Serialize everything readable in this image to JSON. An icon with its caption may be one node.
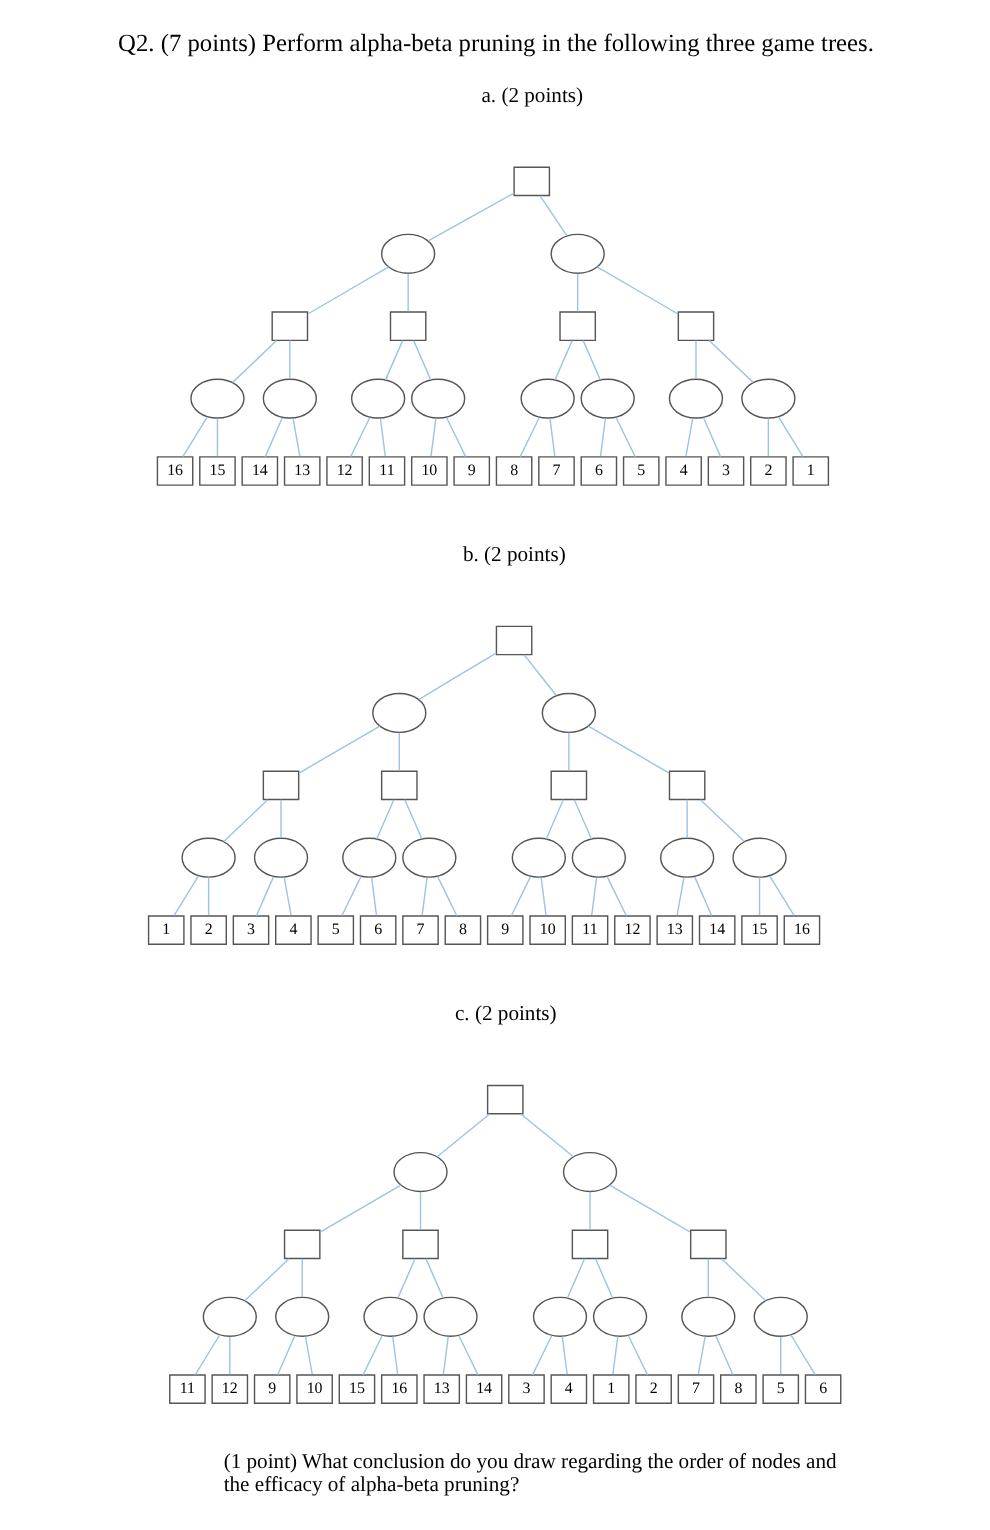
{
  "diagram": {
    "title": "Q2. (7 points) Perform alpha-beta pruning in the following three game trees.",
    "nodes": [
      {
        "text": [],
        "shape": "box"
      },
      {
        "text": [],
        "shape": "ellipse"
      },
      {
        "text": [],
        "shape": "ellipse"
      },
      {
        "text": [],
        "shape": "box"
      },
      {
        "text": [],
        "shape": "box"
      },
      {
        "text": [],
        "shape": "box"
      },
      {
        "text": [],
        "shape": "box"
      },
      {
        "text": [],
        "shape": "ellipse"
      },
      {
        "text": [],
        "shape": "ellipse"
      },
      {
        "text": [],
        "shape": "ellipse"
      },
      {
        "text": [],
        "shape": "ellipse"
      },
      {
        "text": [],
        "shape": "ellipse"
      },
      {
        "text": [],
        "shape": "ellipse"
      },
      {
        "text": [],
        "shape": "ellipse"
      },
      {
        "text": [],
        "shape": "ellipse"
      },
      {
        "text": [
          "16"
        ]
      },
      {
        "text": [
          "15"
        ]
      },
      {
        "text": [
          "14"
        ]
      },
      {
        "text": [
          "13"
        ]
      },
      {
        "text": [
          "12"
        ]
      },
      {
        "text": [
          "11"
        ]
      },
      {
        "text": [
          "10"
        ]
      },
      {
        "text": [
          "9"
        ]
      },
      {
        "text": [
          "8"
        ]
      },
      {
        "text": [
          "7"
        ]
      },
      {
        "text": [
          "6"
        ]
      },
      {
        "text": [
          "5"
        ]
      },
      {
        "text": [
          "4"
        ]
      },
      {
        "text": [
          "3"
        ]
      },
      {
        "text": [
          "2"
        ]
      },
      {
        "text": [
          "1"
        ]
      },
      {
        "text": [],
        "shape": "box"
      },
      {
        "text": [],
        "shape": "ellipse"
      },
      {
        "text": [],
        "shape": "ellipse"
      },
      {
        "text": [],
        "shape": "box"
      },
      {
        "text": [],
        "shape": "box"
      },
      {
        "text": [],
        "shape": "box"
      },
      {
        "text": [],
        "shape": "box"
      },
      {
        "text": [],
        "shape": "ellipse"
      },
      {
        "text": [],
        "shape": "ellipse"
      },
      {
        "text": [],
        "shape": "ellipse"
      },
      {
        "text": [],
        "shape": "ellipse"
      },
      {
        "text": [],
        "shape": "ellipse"
      },
      {
        "text": [],
        "shape": "ellipse"
      },
      {
        "text": [],
        "shape": "ellipse"
      },
      {
        "text": [],
        "shape": "ellipse"
      },
      {
        "text": [
          "1"
        ]
      },
      {
        "text": [
          "2"
        ]
      },
      {
        "text": [
          "3"
        ]
      },
      {
        "text": [
          "4"
        ]
      },
      {
        "text": [
          "5"
        ]
      },
      {
        "text": [
          "6"
        ]
      },
      {
        "text": [
          "7"
        ]
      },
      {
        "text": [
          "8"
        ]
      },
      {
        "text": [
          "9"
        ]
      },
      {
        "text": [
          "10"
        ]
      },
      {
        "text": [
          "11"
        ]
      },
      {
        "text": [
          "12"
        ]
      },
      {
        "text": [
          "13"
        ]
      },
      {
        "text": [
          "14"
        ]
      },
      {
        "text": [
          "15"
        ]
      },
      {
        "text": [
          "16"
        ]
      },
      {
        "text": [],
        "shape": "box"
      },
      {
        "text": [],
        "shape": "ellipse"
      },
      {
        "text": [],
        "shape": "ellipse"
      },
      {
        "text": [],
        "shape": "box"
      },
      {
        "text": [],
        "shape": "box"
      },
      {
        "text": [],
        "shape": "box"
      },
      {
        "text": [],
        "shape": "box"
      },
      {
        "text": [],
        "shape": "ellipse"
      },
      {
        "text": [],
        "shape": "ellipse"
      },
      {
        "text": [],
        "shape": "ellipse"
      },
      {
        "text": [],
        "shape": "ellipse"
      },
      {
        "text": [],
        "shape": "ellipse"
      },
      {
        "text": [],
        "shape": "ellipse"
      },
      {
        "text": [],
        "shape": "ellipse"
      },
      {
        "text": [],
        "shape": "ellipse"
      },
      {
        "text": [
          "11"
        ]
      },
      {
        "text": [
          "12"
        ]
      },
      {
        "text": [
          "9"
        ]
      },
      {
        "text": [
          "10"
        ]
      },
      {
        "text": [
          "15"
        ]
      },
      {
        "text": [
          "16"
        ]
      },
      {
        "text": [
          "13"
        ]
      },
      {
        "text": [
          "14"
        ]
      },
      {
        "text": [
          "3"
        ]
      },
      {
        "text": [
          "4"
        ]
      },
      {
        "text": [
          "1"
        ]
      },
      {
        "text": [
          "2"
        ]
      },
      {
        "text": [
          "7"
        ]
      },
      {
        "text": [
          "8"
        ]
      },
      {
        "text": [
          "5"
        ]
      },
      {
        "text": [
          "6"
        ]
      }
    ],
    "edges": [
      {
        "from": 0,
        "to": 1,
        "arrow": "none"
      },
      {
        "from": 0,
        "to": 2,
        "arrow": "none"
      },
      {
        "from": 1,
        "to": 3,
        "arrow": "none"
      },
      {
        "from": 1,
        "to": 4,
        "arrow": "none"
      },
      {
        "from": 2,
        "to": 5,
        "arrow": "none"
      },
      {
        "from": 2,
        "to": 6,
        "arrow": "none"
      },
      {
        "from": 3,
        "to": 7,
        "arrow": "none"
      },
      {
        "from": 3,
        "to": 8,
        "arrow": "none"
      },
      {
        "from": 4,
        "to": 9,
        "arrow": "none"
      },
      {
        "from": 4,
        "to": 10,
        "arrow": "none"
      },
      {
        "from": 5,
        "to": 11,
        "arrow": "none"
      },
      {
        "from": 5,
        "to": 12,
        "arrow": "none"
      },
      {
        "from": 6,
        "to": 13,
        "arrow": "none"
      },
      {
        "from": 6,
        "to": 14,
        "arrow": "none"
      },
      {
        "from": 7,
        "to": 15,
        "arrow": "none"
      },
      {
        "from": 7,
        "to": 16,
        "arrow": "none"
      },
      {
        "from": 8,
        "to": 17,
        "arrow": "none"
      },
      {
        "from": 8,
        "to": 18,
        "arrow": "none"
      },
      {
        "from": 9,
        "to": 19,
        "arrow": "none"
      },
      {
        "from": 9,
        "to": 20,
        "arrow": "none"
      },
      {
        "from": 10,
        "to": 21,
        "arrow": "none"
      },
      {
        "from": 10,
        "to": 22,
        "arrow": "none"
      },
      {
        "from": 11,
        "to": 23,
        "arrow": "none"
      },
      {
        "from": 11,
        "to": 24,
        "arrow": "none"
      },
      {
        "from": 12,
        "to": 25,
        "arrow": "none"
      },
      {
        "from": 12,
        "to": 26,
        "arrow": "none"
      },
      {
        "from": 13,
        "to": 27,
        "arrow": "none"
      },
      {
        "from": 13,
        "to": 28,
        "arrow": "none"
      },
      {
        "from": 14,
        "to": 29,
        "arrow": "none"
      },
      {
        "from": 14,
        "to": 30,
        "arrow": "none"
      },
      {
        "from": 31,
        "to": 32,
        "arrow": "none"
      },
      {
        "from": 31,
        "to": 33,
        "arrow": "none"
      },
      {
        "from": 32,
        "to": 34,
        "arrow": "none"
      },
      {
        "from": 32,
        "to": 35,
        "arrow": "none"
      },
      {
        "from": 33,
        "to": 36,
        "arrow": "none"
      },
      {
        "from": 33,
        "to": 37,
        "arrow": "none"
      },
      {
        "from": 34,
        "to": 38,
        "arrow": "none"
      },
      {
        "from": 34,
        "to": 39,
        "arrow": "none"
      },
      {
        "from": 35,
        "to": 40,
        "arrow": "none"
      },
      {
        "from": 35,
        "to": 41,
        "arrow": "none"
      },
      {
        "from": 36,
        "to": 42,
        "arrow": "none"
      },
      {
        "from": 36,
        "to": 43,
        "arrow": "none"
      },
      {
        "from": 37,
        "to": 44,
        "arrow": "none"
      },
      {
        "from": 37,
        "to": 45,
        "arrow": "none"
      },
      {
        "from": 38,
        "to": 46,
        "arrow": "none"
      },
      {
        "from": 38,
        "to": 47,
        "arrow": "none"
      },
      {
        "from": 39,
        "to": 48,
        "arrow": "none"
      },
      {
        "from": 39,
        "to": 49,
        "arrow": "none"
      },
      {
        "from": 40,
        "to": 50,
        "arrow": "none"
      },
      {
        "from": 40,
        "to": 51,
        "arrow": "none"
      },
      {
        "from": 41,
        "to": 52,
        "arrow": "none"
      },
      {
        "from": 41,
        "to": 53,
        "arrow": "none"
      },
      {
        "from": 42,
        "to": 54,
        "arrow": "none"
      },
      {
        "from": 42,
        "to": 55,
        "arrow": "none"
      },
      {
        "from": 43,
        "to": 56,
        "arrow": "none"
      },
      {
        "from": 43,
        "to": 57,
        "arrow": "none"
      },
      {
        "from": 44,
        "to": 58,
        "arrow": "none"
      },
      {
        "from": 44,
        "to": 59,
        "arrow": "none"
      },
      {
        "from": 45,
        "to": 60,
        "arrow": "none"
      },
      {
        "from": 45,
        "to": 61,
        "arrow": "none"
      },
      {
        "from": 62,
        "to": 63,
        "arrow": "none"
      },
      {
        "from": 62,
        "to": 64,
        "arrow": "none"
      },
      {
        "from": 63,
        "to": 65,
        "arrow": "none"
      },
      {
        "from": 63,
        "to": 66,
        "arrow": "none"
      },
      {
        "from": 64,
        "to": 67,
        "arrow": "none"
      },
      {
        "from": 64,
        "to": 68,
        "arrow": "none"
      },
      {
        "from": 65,
        "to": 69,
        "arrow": "none"
      },
      {
        "from": 65,
        "to": 70,
        "arrow": "none"
      },
      {
        "from": 66,
        "to": 71,
        "arrow": "none"
      },
      {
        "from": 66,
        "to": 72,
        "arrow": "none"
      },
      {
        "from": 67,
        "to": 73,
        "arrow": "none"
      },
      {
        "from": 67,
        "to": 74,
        "arrow": "none"
      },
      {
        "from": 68,
        "to": 75,
        "arrow": "none"
      },
      {
        "from": 68,
        "to": 76,
        "arrow": "none"
      },
      {
        "from": 69,
        "to": 77,
        "arrow": "none"
      },
      {
        "from": 69,
        "to": 78,
        "arrow": "none"
      },
      {
        "from": 70,
        "to": 79,
        "arrow": "none"
      },
      {
        "from": 70,
        "to": 80,
        "arrow": "none"
      },
      {
        "from": 71,
        "to": 81,
        "arrow": "none"
      },
      {
        "from": 71,
        "to": 82,
        "arrow": "none"
      },
      {
        "from": 72,
        "to": 83,
        "arrow": "none"
      },
      {
        "from": 72,
        "to": 84,
        "arrow": "none"
      },
      {
        "from": 73,
        "to": 85,
        "arrow": "none"
      },
      {
        "from": 73,
        "to": 86,
        "arrow": "none"
      },
      {
        "from": 74,
        "to": 87,
        "arrow": "none"
      },
      {
        "from": 74,
        "to": 88,
        "arrow": "none"
      },
      {
        "from": 75,
        "to": 89,
        "arrow": "none"
      },
      {
        "from": 75,
        "to": 90,
        "arrow": "none"
      },
      {
        "from": 76,
        "to": 91,
        "arrow": "none"
      },
      {
        "from": 76,
        "to": 92,
        "arrow": "none"
      }
    ],
    "labels": [
      "a. (2 points)",
      "b. (2 points)",
      "c. (2 points)",
      "(1 point) What conclusion do you draw regarding the order of nodes and the efficacy of alpha-beta pruning?"
    ]
  }
}
